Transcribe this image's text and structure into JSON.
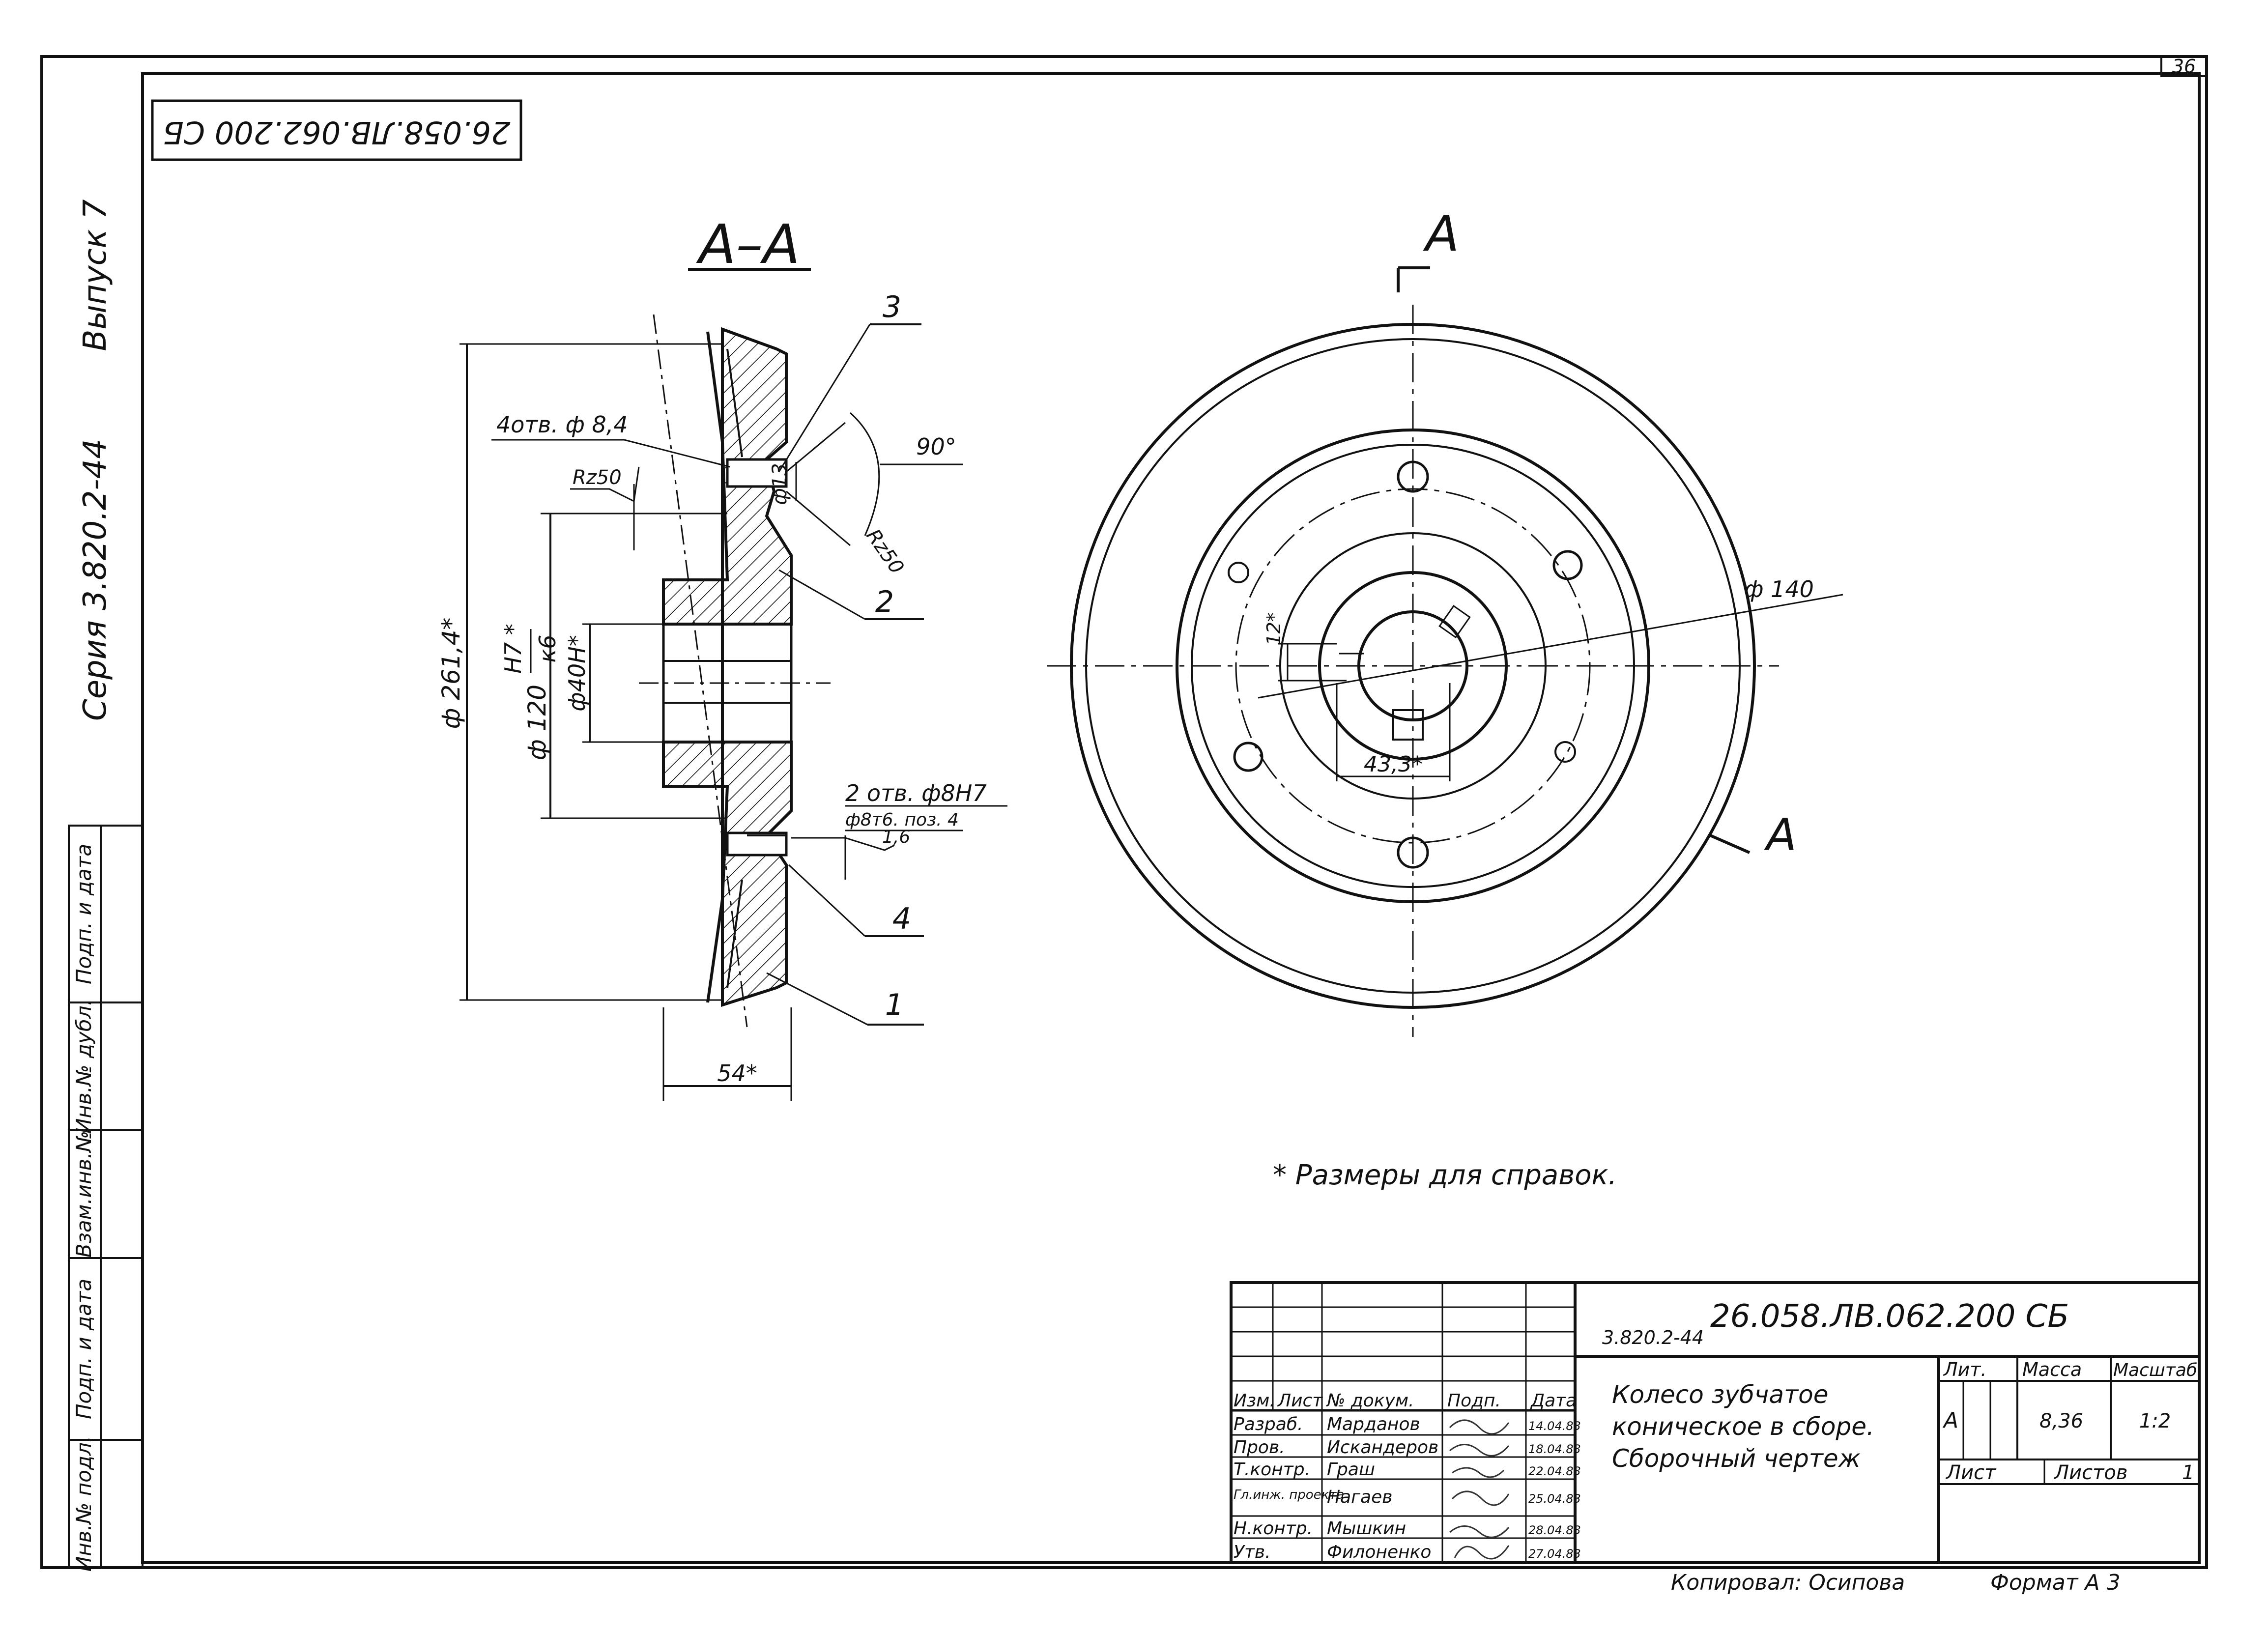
{
  "sheet_number": "36",
  "top_stamp": "26.058.ЛВ.062.200 СБ",
  "sidebar": {
    "issue": "Выпуск 7",
    "series": "Серия  3.820.2-44",
    "cells": [
      "Подп. и дата",
      "Инв.№ дубл.",
      "Взам.инв.№",
      "Подп. и дата",
      "Инв.№ подл."
    ]
  },
  "section_view": {
    "title": "А–А",
    "labels": {
      "holes_4": "4отв. ф 8,4",
      "rz_left": "Rz50",
      "rz_right": "Rz50",
      "d13": "ф13",
      "angle": "90°",
      "d261": "ф 261,4*",
      "d120": "ф 120",
      "fit_top": "H7 *",
      "fit_bottom": "к6",
      "d40": "ф40Н*",
      "holes_2": "2 отв.  ф8Н7",
      "pin": "ф8т6. поз. 4",
      "depth": "1,6",
      "width": "54*"
    },
    "positions": [
      "3",
      "2",
      "4",
      "1"
    ]
  },
  "plan_view": {
    "cut_top": "А",
    "cut_bottom": "А",
    "d140": "ф 140",
    "d12": "12*",
    "d43": "43,3*"
  },
  "note": "*  Размеры  для  справок.",
  "title_block": {
    "series_code": "3.820.2-44",
    "doc_number": "26.058.ЛВ.062.200 СБ",
    "name_lines": [
      "Колесо  зубчатое",
      "коническое в сборе.",
      "Сборочный  чертеж"
    ],
    "columns": [
      "Изм.",
      "Лист",
      "№ докум.",
      "Подп.",
      "Дата"
    ],
    "rows": [
      {
        "role": "Разраб.",
        "name": "Марданов",
        "date": "14.04.83"
      },
      {
        "role": "Пров.",
        "name": "Искандеров",
        "date": "18.04.83"
      },
      {
        "role": "Т.контр.",
        "name": "Граш",
        "date": "22.04.83"
      },
      {
        "role": "Гл.инж. проекта",
        "name": "Нагаев",
        "date": "25.04.83"
      },
      {
        "role": "Н.контр.",
        "name": "Мышкин",
        "date": "28.04.83"
      },
      {
        "role": "Утв.",
        "name": "Филоненко",
        "date": "27.04.83"
      }
    ],
    "lit_label": "Лит.",
    "mass_label": "Масса",
    "scale_label": "Масштаб",
    "lit_value": "А",
    "mass_value": "8,36",
    "scale_value": "1:2",
    "sheet_label": "Лист",
    "sheets_label": "Листов",
    "sheets_value": "1"
  },
  "footer": {
    "copied": "Копировал:  Осипова",
    "format": "Формат  А 3"
  }
}
